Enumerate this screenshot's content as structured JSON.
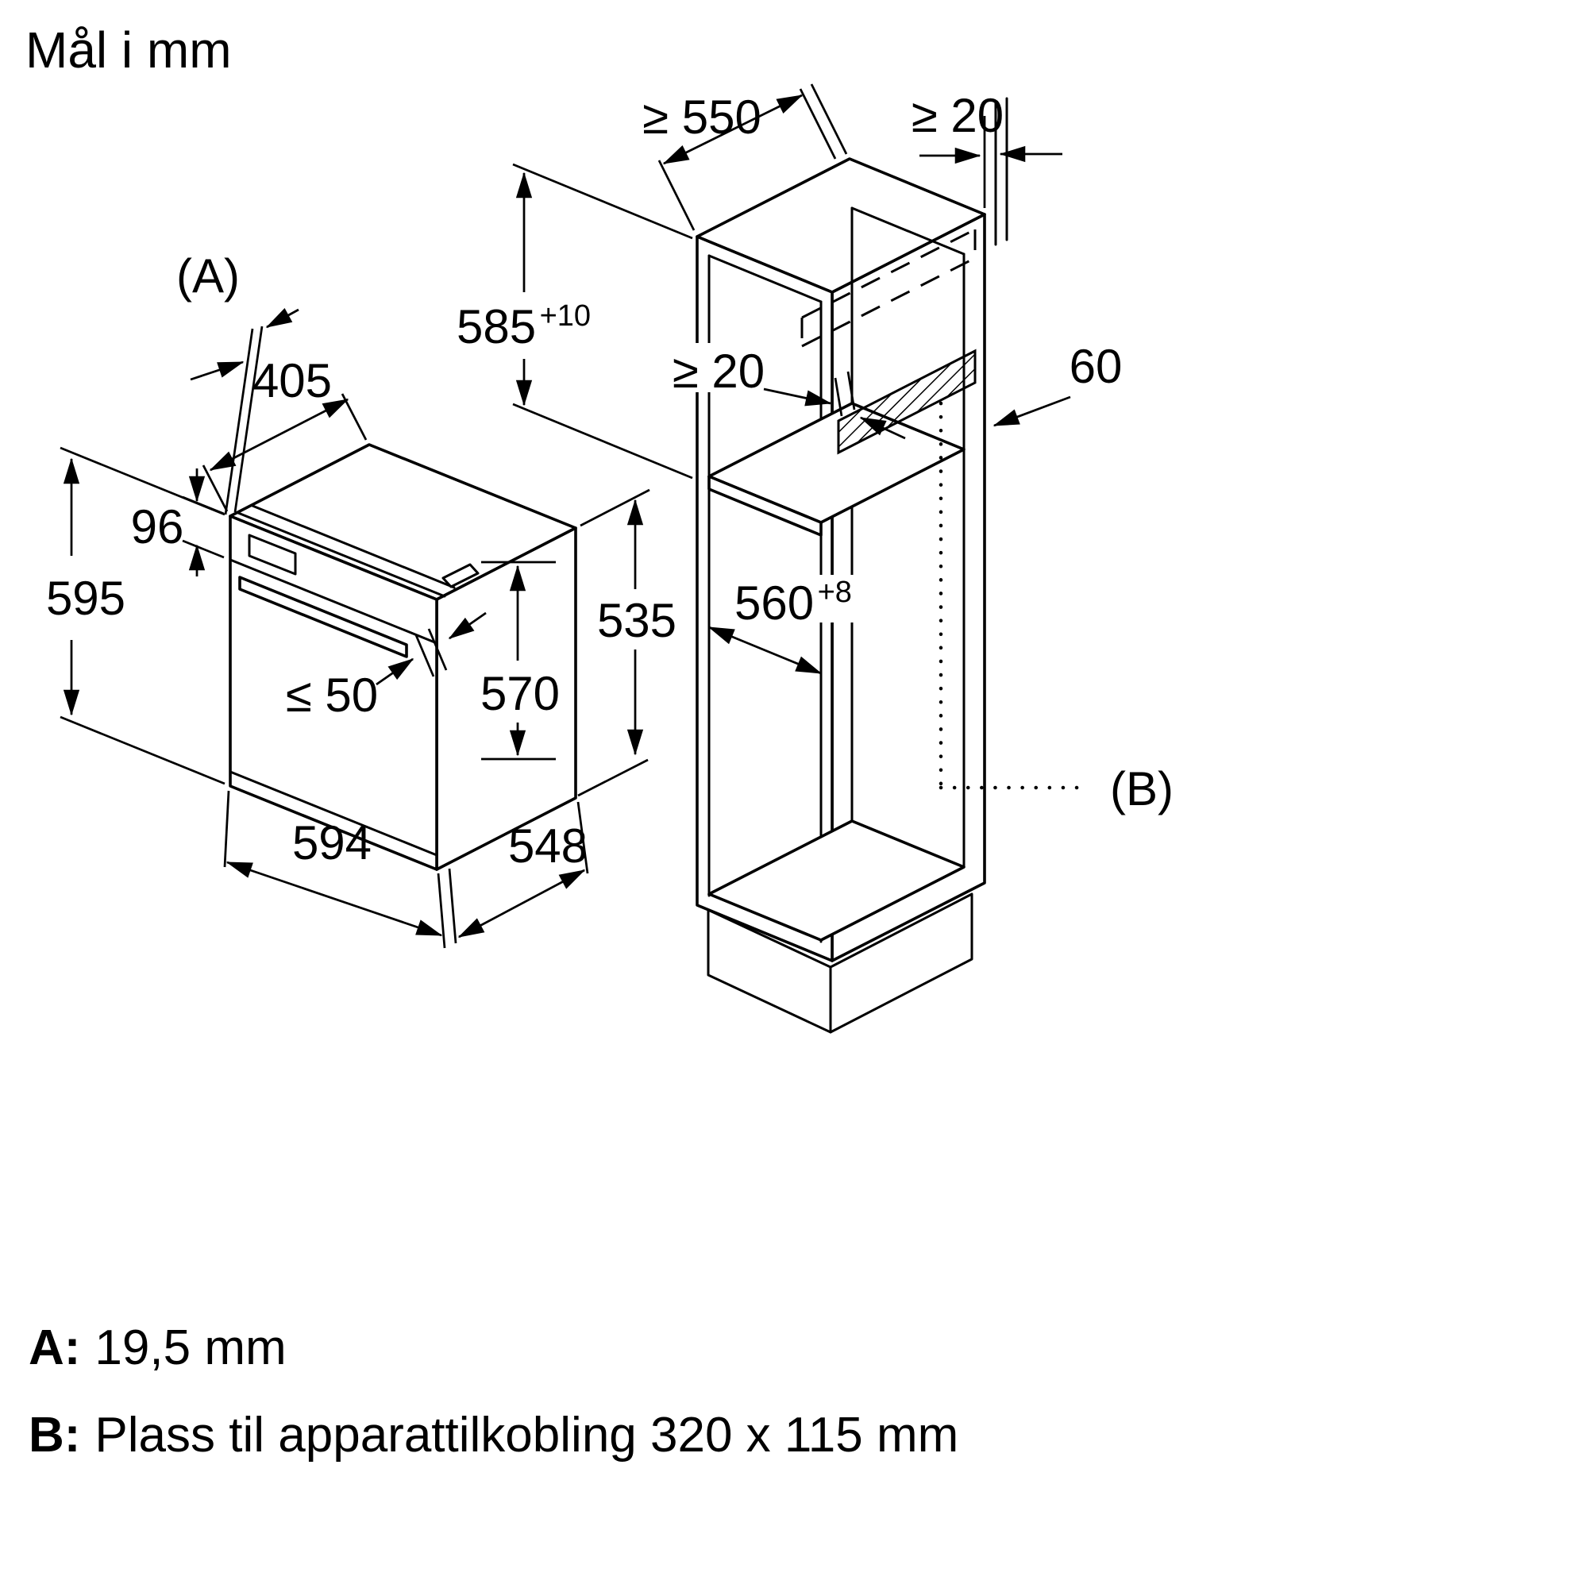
{
  "title": "Mål i mm",
  "colors": {
    "line": "#000000",
    "background": "#ffffff"
  },
  "oven": {
    "dims": {
      "a_ref": "(A)",
      "top_depth": "405",
      "panel_height": "96",
      "front_height": "595",
      "handle_depth": "≤ 50",
      "body_height": "570",
      "width": "594",
      "body_depth": "548",
      "side_height": "535"
    }
  },
  "cabinet": {
    "dims": {
      "depth_min": "≥ 550",
      "top_rear_gap": "≥ 20",
      "niche_height": "585",
      "niche_height_tol": "+10",
      "conn_gap": "≥ 20",
      "conn_width": "60",
      "niche_width": "560",
      "niche_width_tol": "+8",
      "b_ref": "(B)"
    }
  },
  "notes": {
    "a_prefix": "A:",
    "a_text": "19,5 mm",
    "b_prefix": "B:",
    "b_text": "Plass til apparattilkobling 320 x 115 mm"
  }
}
